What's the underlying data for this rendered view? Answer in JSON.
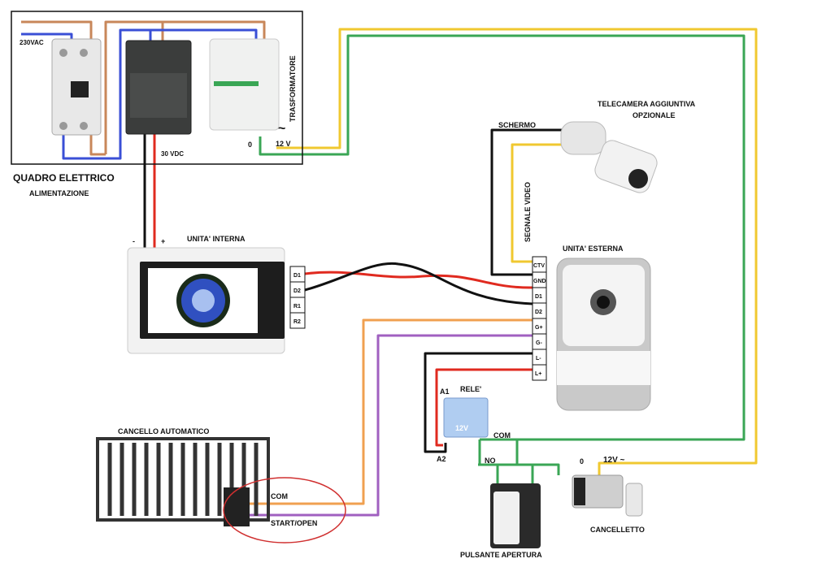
{
  "panel": {
    "title": "QUADRO ELETTRICO",
    "subtitle": "ALIMENTAZIONE",
    "mains": "230VAC",
    "psu_out": "30 VDC",
    "transformer": "TRASFORMATORE",
    "tr_zero": "0",
    "tr_12v": "12 V",
    "tilde": "~"
  },
  "internal_unit": {
    "title": "UNITA' INTERNA",
    "minus": "-",
    "plus": "+",
    "terminals": [
      "D1",
      "D2",
      "R1",
      "R2"
    ]
  },
  "external_unit": {
    "title": "UNITA' ESTERNA",
    "terminals": [
      "CTV",
      "GND",
      "D1",
      "D2",
      "G+",
      "G-",
      "L-",
      "L+"
    ]
  },
  "camera": {
    "title": "TELECAMERA AGGIUNTIVA",
    "subtitle": "OPZIONALE",
    "screen": "SCHERMO",
    "video": "SEGNALE VIDEO"
  },
  "relay": {
    "title": "RELE'",
    "a1": "A1",
    "a2": "A2",
    "com": "COM",
    "no": "NO",
    "rating": "12V"
  },
  "gate": {
    "title": "CANCELLO AUTOMATICO",
    "com": "COM",
    "start": "START/OPEN"
  },
  "button": {
    "title": "PULSANTE APERTURA"
  },
  "lock": {
    "title": "CANCELLETTO",
    "zero": "0",
    "v12": "12V ~"
  },
  "colors": {
    "phase": "#c8875a",
    "neutral": "#3a4fd6",
    "dc_pos": "#e02a1f",
    "dc_neg": "#111111",
    "ac_green": "#3aa655",
    "ac_yellow": "#f0c830",
    "gate_com": "#f0a050",
    "gate_start": "#a060c0"
  }
}
